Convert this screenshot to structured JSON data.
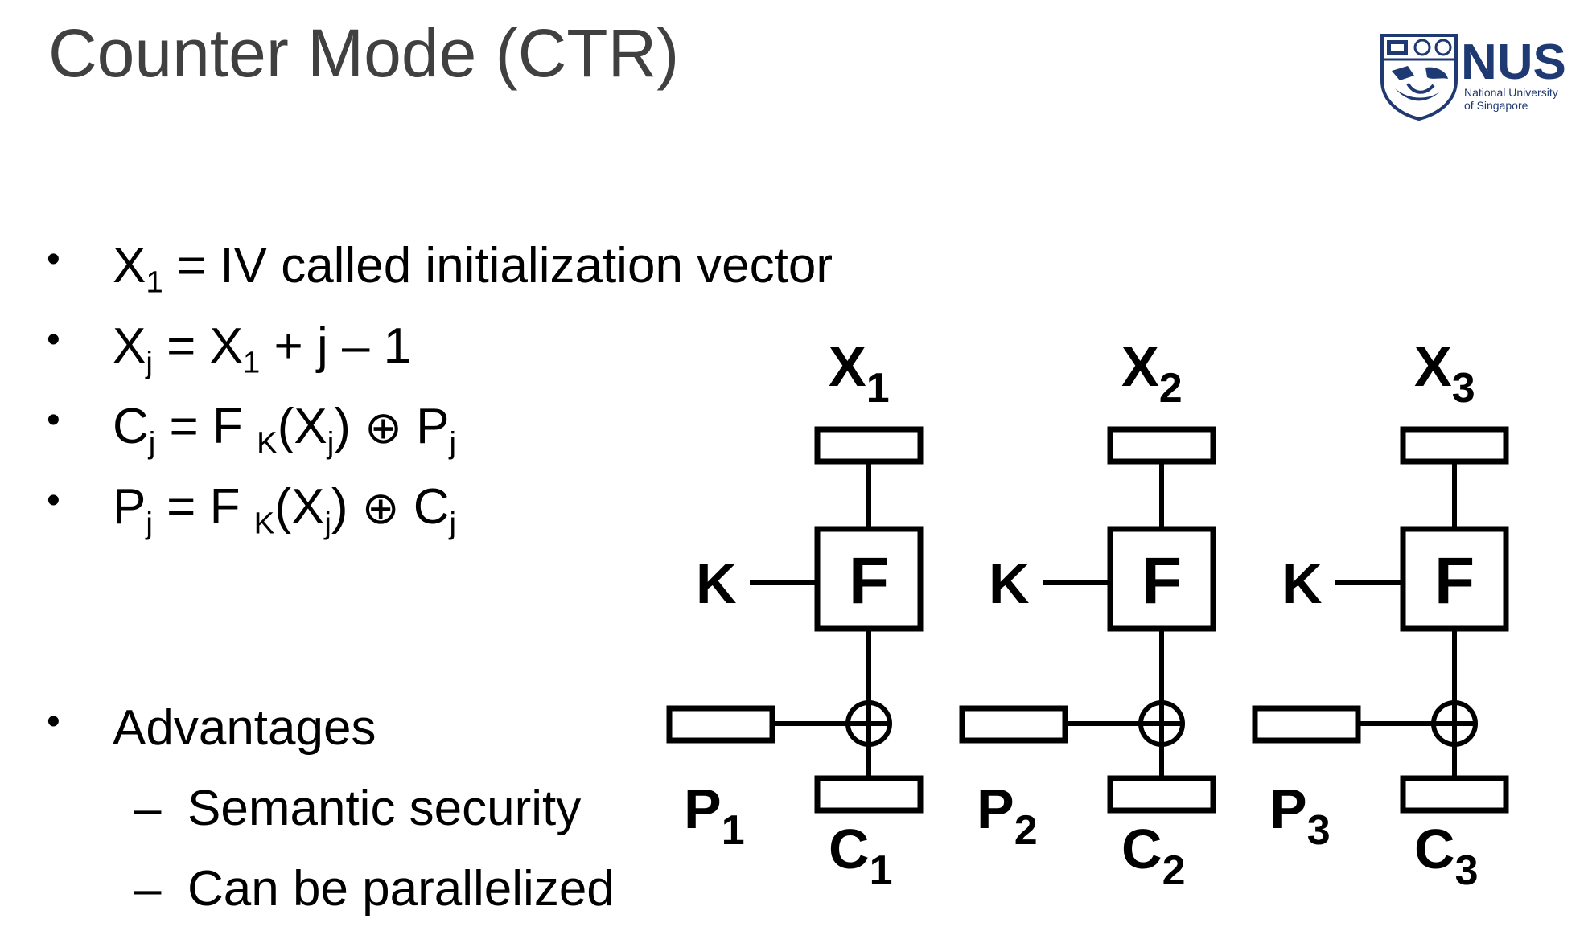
{
  "slide": {
    "title": "Counter Mode (CTR)",
    "logo": {
      "text": "NUS",
      "subtitle_line1": "National University",
      "subtitle_line2": "of Singapore"
    }
  },
  "bullets": {
    "b1": {
      "x": "X",
      "x_sub": "1",
      "rest": " = IV called initialization vector"
    },
    "b2": {
      "xj": "X",
      "j": "j",
      "eq": " = X",
      "one": "1",
      "rest": " + j – 1"
    },
    "b3": {
      "c": "C",
      "j": "j",
      "eq": " = F ",
      "k": "K",
      "open": "(X",
      "j2": "j",
      "close": ") ",
      "xor": "⊕",
      "p": " P",
      "j3": "j"
    },
    "b4": {
      "p": "P",
      "j": "j",
      "eq": " = F ",
      "k": "K",
      "open": "(X",
      "j2": "j",
      "close": ") ",
      "xor": "⊕",
      "c": " C",
      "j3": "j"
    },
    "advantages": "Advantages",
    "sub_items": [
      "Semantic security",
      "Can be parallelized"
    ]
  },
  "diagram": {
    "blocks": [
      {
        "x_label": "X",
        "x_idx": "1",
        "f_label": "F",
        "k_label": "K",
        "p_label": "P",
        "p_idx": "1",
        "c_label": "C",
        "c_idx": "1"
      },
      {
        "x_label": "X",
        "x_idx": "2",
        "f_label": "F",
        "k_label": "K",
        "p_label": "P",
        "p_idx": "2",
        "c_label": "C",
        "c_idx": "2"
      },
      {
        "x_label": "X",
        "x_idx": "3",
        "f_label": "F",
        "k_label": "K",
        "p_label": "P",
        "p_idx": "3",
        "c_label": "C",
        "c_idx": "3"
      }
    ]
  },
  "colors": {
    "title": "#404040",
    "logo_blue": "#1f3a73",
    "text": "#000000"
  }
}
